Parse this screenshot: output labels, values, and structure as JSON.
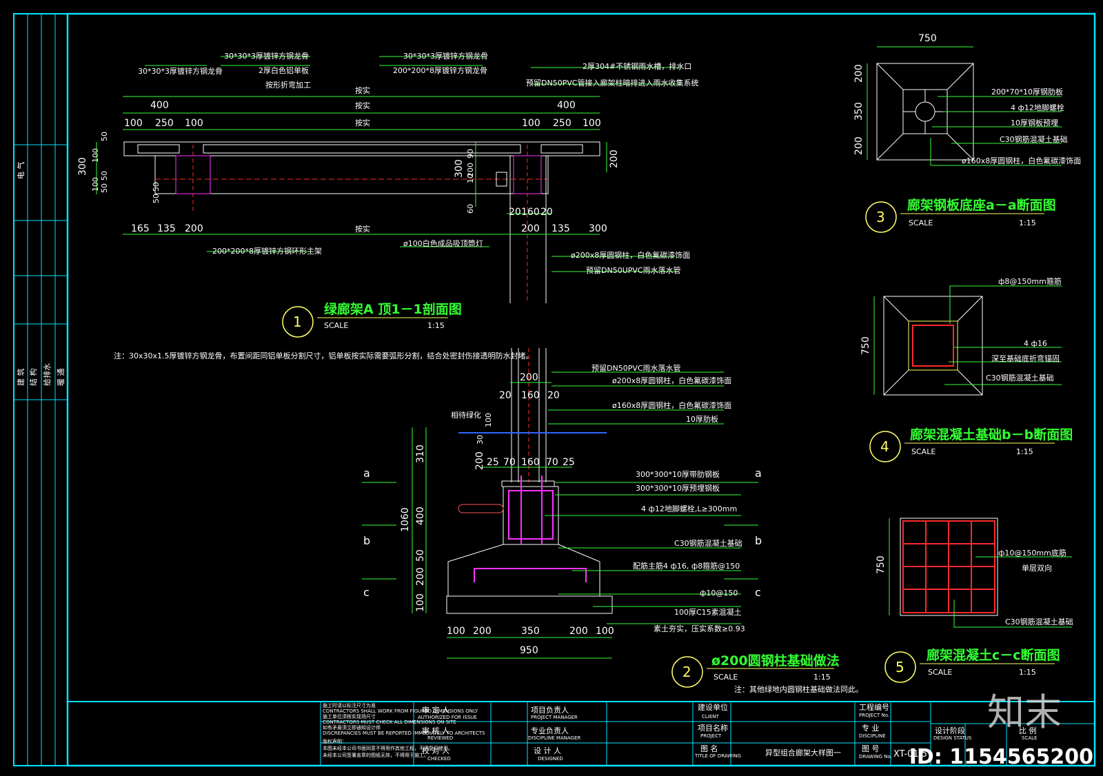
{
  "side_labels": {
    "elec": "电 气",
    "arch": "建 筑",
    "struct": "结 构",
    "water": "给排水",
    "hvac": "暖 通"
  },
  "view1": {
    "title": "绿廊架A 顶1－1剖面图",
    "number": "1",
    "scale_label": "SCALE",
    "scale": "1:15",
    "notes": [
      "30*30*3厚镀锌方钢龙骨",
      "30*30*3厚镀锌方钢龙骨",
      "2厚白色铝单板",
      "按形折弯加工",
      "30*30*3厚镀锌方钢龙骨",
      "200*200*8厚镀锌方钢龙骨",
      "2厚304#不锈钢雨水槽，排水口",
      "预留DN50PVC管接入廊架柱暗排进入雨水收集系统",
      "200*200*8厚镀锌方钢环形主架",
      "ø100白色成品吸顶筒灯",
      "ø200x8厚圆钢柱，白色氟碳漆饰面",
      "预留DN50UPVC雨水落水管"
    ],
    "dims_top": [
      "400",
      "按实",
      "按实",
      "按实",
      "400",
      "100",
      "250",
      "100",
      "100",
      "250",
      "100"
    ],
    "dims_left": [
      "300",
      "50",
      "100",
      "100",
      "50",
      "50",
      "50",
      "50"
    ],
    "dims_right": [
      "200"
    ],
    "dims_mid": [
      "90",
      "300",
      "10",
      "200",
      "60"
    ],
    "dims_col": [
      "20",
      "160",
      "20"
    ],
    "dims_bottom": [
      "165",
      "135",
      "200",
      "按实",
      "200",
      "135",
      "300"
    ]
  },
  "note_main": "注：30x30x1.5厚镀锌方钢龙骨，布置间距同铝单板分割尺寸，铝单板按实际需要弧形分割，结合处密封伤接透明防水封堵。",
  "view2": {
    "title": "ø200圆钢柱基础做法",
    "number": "2",
    "scale_label": "SCALE",
    "scale": "1:15",
    "note": "注：其他绿地内圆钢柱基础做法同此。",
    "notes": [
      "预留DN50PVC雨水落水管",
      "ø200x8厚圆钢柱，白色氟碳漆饰面",
      "ø160x8厚圆钢柱，白色氟碳漆饰面",
      "10厚肋板",
      "300*300*10厚带肋钢板",
      "300*300*10厚预埋钢板",
      "4 ф12地脚螺栓,L≥300mm",
      "C30钢筋混凝土基础",
      "配筋主筋4 ф16, ф8箍筋@150",
      "ф10@150",
      "100厚C15素混凝土",
      "素土夯实，压实系数≥0.93",
      "相待绿化"
    ],
    "dims_top": [
      "200",
      "20",
      "160",
      "20"
    ],
    "dims_collar": [
      "25",
      "70",
      "160",
      "70",
      "25"
    ],
    "dims_left": [
      "310",
      "400",
      "50",
      "200",
      "100"
    ],
    "dims_total": "1060",
    "dims_small": [
      "100",
      "30",
      "200"
    ],
    "dims_bottom": [
      "100",
      "200",
      "350",
      "200",
      "100"
    ],
    "dims_overall": "950",
    "section_marks": [
      "a",
      "a",
      "b",
      "b",
      "c",
      "c"
    ]
  },
  "view3": {
    "title": "廊架钢板底座a－a断面图",
    "number": "3",
    "scale_label": "SCALE",
    "scale": "1:15",
    "dim_top": "750",
    "dims_left": [
      "200",
      "350",
      "200"
    ],
    "notes": [
      "200*70*10厚钢肋板",
      "4 ф12地脚螺栓",
      "10厚钢板预埋",
      "C30钢筋混凝土基础",
      "ø160x8厚圆钢柱，白色氟碳漆饰面"
    ]
  },
  "view4": {
    "title": "廊架混凝土基础b－b断面图",
    "number": "4",
    "scale_label": "SCALE",
    "scale": "1:15",
    "dim_left": "750",
    "notes": [
      "ф8@150mm箍筋",
      "4 ф16",
      "深至基础底折弯锚固",
      "C30钢筋混凝土基础"
    ]
  },
  "view5": {
    "title": "廊架混凝土c－c断面图",
    "number": "5",
    "scale_label": "SCALE",
    "scale": "1:15",
    "dim_left": "750",
    "notes": [
      "ф10@150mm底筋",
      "单层双向",
      "C30钢筋混凝土基础"
    ]
  },
  "title_block": {
    "notes": [
      "施工时请以标注尺寸为准",
      "CONTRACTORS SHALL WORK FROM FIGURED DIMENSIONS ONLY",
      "施工单位须核实现场尺寸",
      "CONTRACTORS MUST CHECK ALL DIMENSIONS ON SITE",
      "如有矛盾须立即通知设计师",
      "DISCREPANCIES MUST BE REPORTED IMMEDIATELY TO ARCHITECTS",
      "版权声明：",
      "本图未经本公司书面同意不得用作其他工程，不得复印使用。",
      "未经本公司签署盖章的图纸无效，不得用于施工。"
    ],
    "approve": "审 定 人",
    "approve_en": "AUTHORIZED FOR ISSUE",
    "check": "审 核 人",
    "check_en": "REVIEWED",
    "verify": "校 对 人",
    "verify_en": "CHECKED",
    "pm": "项目负责人",
    "pm_en": "PROJECT MANAGER",
    "dm": "专业负责人",
    "dm_en": "DISCIPLINE MANAGER",
    "designer": "设 计 人",
    "designer_en": "DESIGNED",
    "client": "建设单位",
    "client_en": "CLIENT",
    "project": "项目名称",
    "project_en": "PROJECT",
    "drawing_title": "图 名",
    "drawing_title_en": "TITLE OF DRAWING",
    "drawing_name": "异型组合廊架大样图一",
    "proj_no": "工程编号",
    "proj_no_en": "PROJECT No.",
    "discipline": "专 业",
    "discipline_en": "DISCIPLINE",
    "dwg_no": "图 号",
    "dwg_no_en": "DRAWING No.",
    "dwg_no_value": "XT-01.5",
    "status": "设计阶段",
    "status_en": "DESIGN STATUS",
    "scale": "比 例",
    "scale_en": "SCALE"
  },
  "watermark_id": "ID: 1154565200",
  "logo": "知末"
}
